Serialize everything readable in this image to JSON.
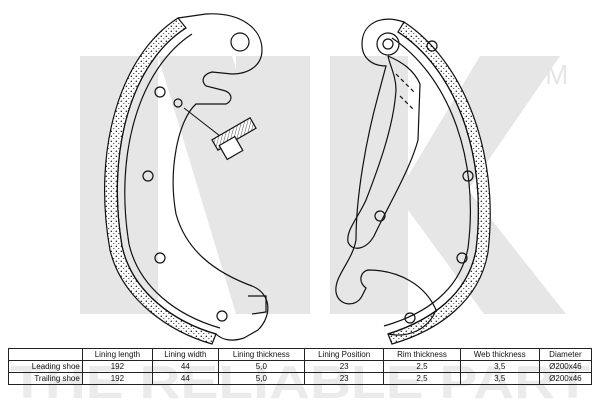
{
  "watermark": {
    "logo_text": "NK",
    "trademark": "TM",
    "slogan": "THE RELIABLE PART",
    "color": "#e6e6e6"
  },
  "spec_table": {
    "columns": [
      "",
      "Lining length",
      "Lining width",
      "Lining thickness",
      "Lining Position",
      "Rim thickness",
      "Web thickness",
      "Diameter"
    ],
    "rows": [
      {
        "label": "Leading shoe",
        "values": [
          "192",
          "44",
          "5,0",
          "23",
          "2,5",
          "3,5",
          "Ø200x46"
        ]
      },
      {
        "label": "Trailing shoe",
        "values": [
          "192",
          "44",
          "5,0",
          "23",
          "2,5",
          "3,5",
          "Ø200x46"
        ]
      }
    ]
  }
}
